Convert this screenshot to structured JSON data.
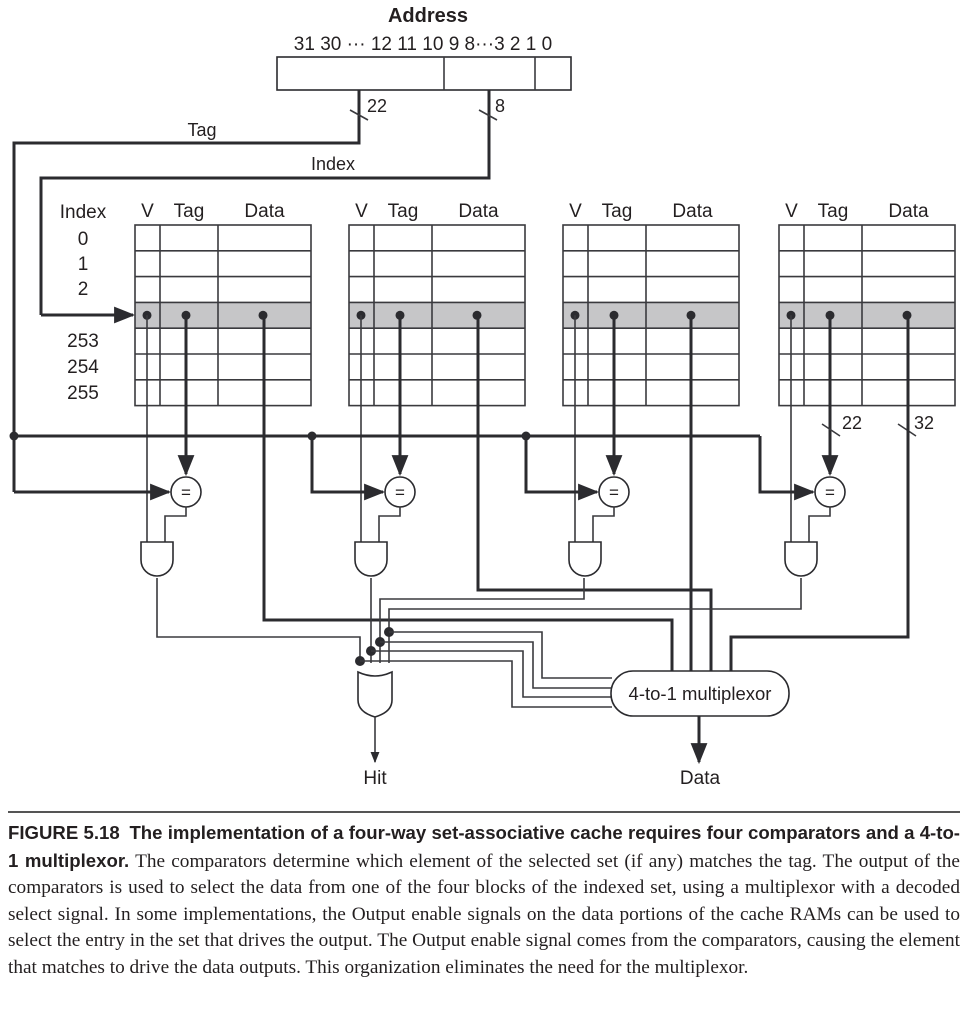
{
  "address": {
    "title": "Address",
    "bits": "31 30 ··· 12 11 10 9 8···3 2 1 0",
    "tag_width": "22",
    "index_width": "8"
  },
  "wires": {
    "tag": "Tag",
    "index": "Index",
    "tag_bus_width": "22",
    "data_bus_width": "32"
  },
  "table": {
    "index_header": "Index",
    "row_labels_top": [
      "0",
      "1",
      "2"
    ],
    "row_labels_bottom": [
      "253",
      "254",
      "255"
    ],
    "ways": [
      {
        "v": "V",
        "tag": "Tag",
        "data": "Data"
      },
      {
        "v": "V",
        "tag": "Tag",
        "data": "Data"
      },
      {
        "v": "V",
        "tag": "Tag",
        "data": "Data"
      },
      {
        "v": "V",
        "tag": "Tag",
        "data": "Data"
      }
    ]
  },
  "comparator_symbol": "=",
  "mux": {
    "label": "4-to-1 multiplexor"
  },
  "outputs": {
    "hit": "Hit",
    "data": "Data"
  },
  "caption": {
    "figure": "FIGURE 5.18",
    "bold": "The implementation of a four-way set-associative cache requires four comparators and a 4-to-1 multiplexor.",
    "body": "The comparators determine which element of the selected set (if any) matches the tag. The output of the comparators is used to select the data from one of the four blocks of the indexed set, using a multiplexor with a decoded select signal. In some implementations, the Output enable signals on the data portions of the cache RAMs can be used to select the entry in the set that drives the output. The Output enable signal comes from the comparators, causing the element that matches to drive the data outputs. This organization eliminates the need for the multiplexor."
  },
  "colors": {
    "ink": "#2b2b2f",
    "selected_row": "#c6c6c8"
  }
}
